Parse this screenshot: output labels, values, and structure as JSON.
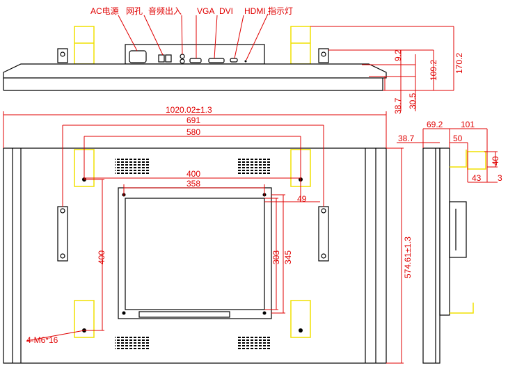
{
  "labels": {
    "ac_power": "AC电源",
    "network": "网孔",
    "audio": "音频出入",
    "vga": "VGA",
    "dvi": "DVI",
    "hdmi": "HDMI",
    "indicator": "指示灯"
  },
  "dimensions": {
    "top_9_2": "9.2",
    "top_170_2": "170.2",
    "top_109_2": "109.2",
    "top_38_7": "38.7",
    "top_30_5": "30.5",
    "width_total": "1020.02±1.3",
    "mount_691": "691",
    "mount_580": "580",
    "vesa_400": "400",
    "vesa_358": "358",
    "offset_49": "49",
    "height_303": "303",
    "height_345": "345",
    "vesa_v_400": "400",
    "height_total": "574.61±1.3",
    "side_38_7": "38.7",
    "side_69_2": "69.2",
    "side_101": "101",
    "side_50": "50",
    "side_40": "40",
    "side_43": "43",
    "side_3": "3",
    "screw_spec": "4-M6*16"
  }
}
